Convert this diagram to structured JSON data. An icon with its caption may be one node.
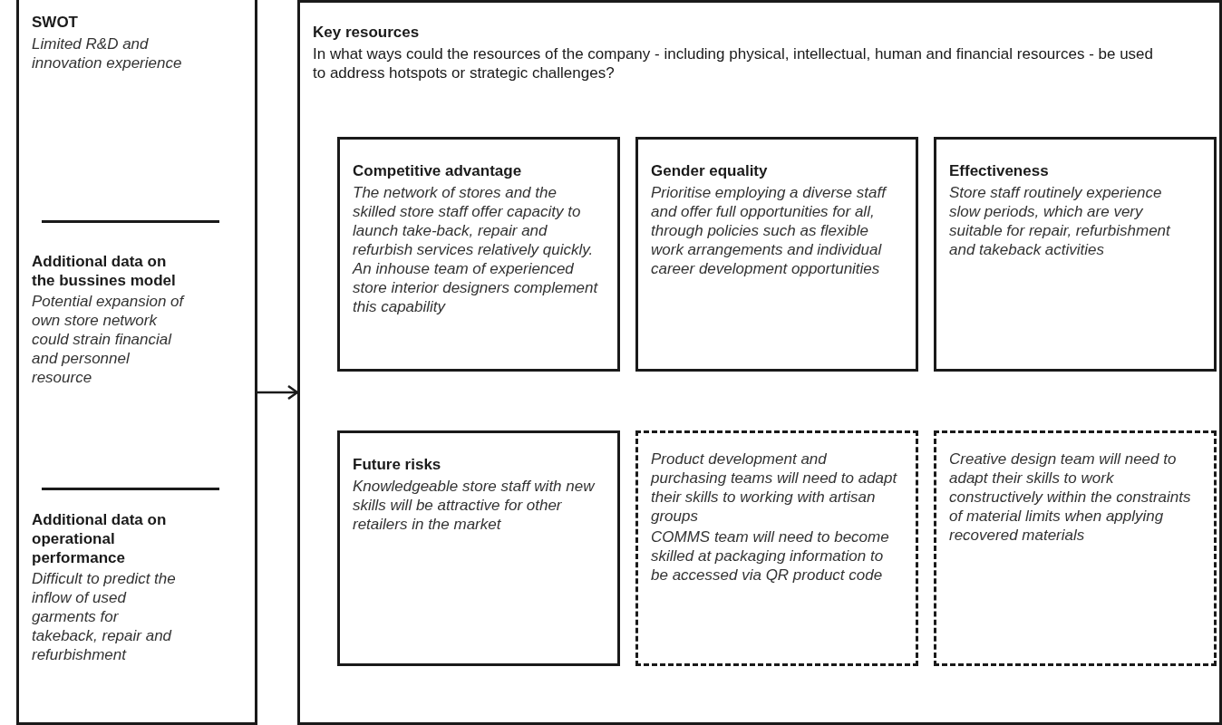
{
  "diagram": {
    "nodes": [
      {
        "text": [
          "SWOT",
          "Limited R&D and innovation experience",
          "Additional data on the bussines model",
          "Potential expansion of own store network could strain financial and personnel resource",
          "Additional data on operational performance",
          "Difficult to predict the inflow of used garments for takeback, repair and refurbishment"
        ]
      },
      {
        "text": [
          "Key resources",
          "In what ways could the resources of the company - including physical, intellectual, human and financial resources - be used to address hotspots or strategic challenges?"
        ]
      },
      {
        "text": [
          "Competitive advantage",
          "The network of stores and the skilled store staff offer capacity to launch take-back, repair and refurbish services relatively quickly. An inhouse team of experienced store interior designers complement this capability"
        ],
        "in": 1
      },
      {
        "text": [
          "Gender equality",
          "Prioritise employing a diverse staff and offer full opportunities for all, through policies such as flexible work arrangements and individual career development opportunities"
        ],
        "in": 1
      },
      {
        "text": [
          "Effectiveness",
          "Store staff routinely experience slow periods, which are very suitable for repair, refurbishment and takeback activities"
        ],
        "in": 1
      },
      {
        "text": [
          "Future risks",
          "Knowledgeable store staff with new skills will be attractive for other retailers in the market"
        ],
        "in": 1
      },
      {
        "text": [
          "Product development and purchasing teams will need to adapt their skills to working with artisan groups",
          "COMMS team will need to become skilled at packaging information to be accessed via QR product code"
        ],
        "in": 1
      },
      {
        "text": [
          "Creative design team will need to adapt their skills to work constructively within the constraints of material limits when applying recovered materials"
        ],
        "in": 1
      }
    ],
    "edges": [
      {
        "from": 0,
        "to": 1,
        "arrow": "to"
      }
    ]
  }
}
